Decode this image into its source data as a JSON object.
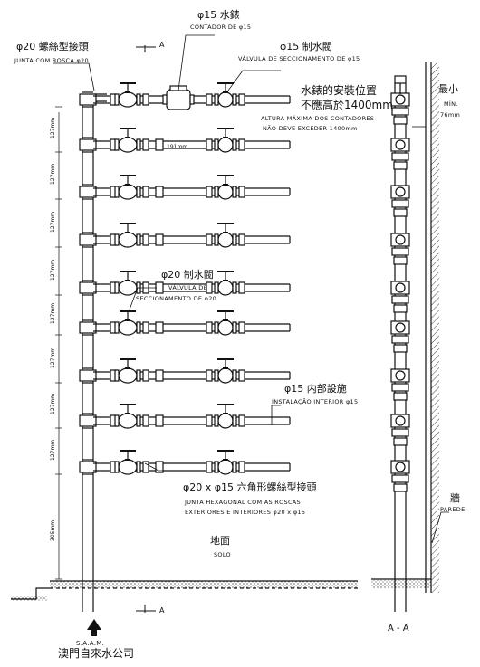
{
  "labels": {
    "meter_cn": "φ15 水錶",
    "meter_pt": "CONTADOR DE φ15",
    "joint_cn": "φ20 螺絲型接頭",
    "joint_pt": "JUNTA COM ROSCA φ20",
    "valve15_cn": "φ15 制水閥",
    "valve15_pt": "VÁLVULA DE SECCIONAMENTO DE φ15",
    "height_cn_1": "水錶的安裝位置",
    "height_cn_2": "不應高於1400mm",
    "height_pt_1": "ALTURA MÁXIMA DOS CONTADORES",
    "height_pt_2": "NÃO DEVE EXCEDER 1400mm",
    "min_cn": "最小",
    "min_pt": "MÍN.",
    "min_dim": "76mm",
    "valve20_cn": "φ20 制水閥",
    "valve20_pt_1": "VÁLVULA DE",
    "valve20_pt_2": "SECCIONAMENTO DE φ20",
    "interior_cn": "φ15 内部設施",
    "interior_pt": "INSTALAÇÃO INTERIOR φ15",
    "hexjoint_cn": "φ20 x φ15 六角形螺絲型接頭",
    "hexjoint_pt_1": "JUNTA HEXAGONAL COM AS ROSCAS",
    "hexjoint_pt_2": "EXTERIORES E INTERIORES φ20 x φ15",
    "wall_cn": "牆",
    "wall_pt": "PAREDE",
    "ground_cn": "地面",
    "ground_pt": "SOLO",
    "saam": "S.A.A.M.",
    "company": "澳門自來水公司",
    "dim_191": "191mm",
    "dim_127": "127mm",
    "dim_305": "305mm",
    "section_a": "A",
    "section_aa": "A - A"
  },
  "colors": {
    "ink": "#111111",
    "paper": "#ffffff"
  }
}
